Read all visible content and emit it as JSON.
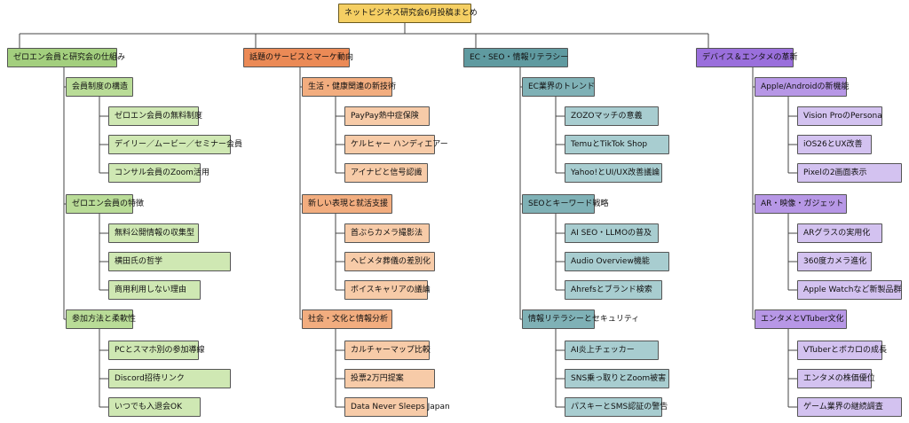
{
  "root": {
    "label": "ネットビジネス研究会6月投稿まとめ",
    "color": "#f5cf63"
  },
  "branches": [
    {
      "label": "ゼロエン会員と研究会の仕組み",
      "color": "#a3cf7e",
      "sub_color": "#b9dc97",
      "leaf_color": "#cfe8b3",
      "subs": [
        {
          "label": "会員制度の構造",
          "leaves": [
            "ゼロエン会員の無料制度",
            "デイリー／ムービー／セミナー会員",
            "コンサル会員のZoom活用"
          ]
        },
        {
          "label": "ゼロエン会員の特徴",
          "leaves": [
            "無料公開情報の収集型",
            "横田氏の哲学",
            "商用利用しない理由"
          ]
        },
        {
          "label": "参加方法と柔軟性",
          "leaves": [
            "PCとスマホ別の参加導線",
            "Discord招待リンク",
            "いつでも入退会OK"
          ]
        }
      ]
    },
    {
      "label": "話題のサービスとマーケ動向",
      "color": "#eb8a56",
      "sub_color": "#f2ad7f",
      "leaf_color": "#f7cba8",
      "subs": [
        {
          "label": "生活・健康関連の新技術",
          "leaves": [
            "PayPay熱中症保険",
            "ケルヒャー ハンディエアー",
            "アイナビと信号認識"
          ]
        },
        {
          "label": "新しい表現と就活支援",
          "leaves": [
            "首ぶらカメラ撮影法",
            "ヘビメタ葬儀の差別化",
            "ボイスキャリアの議論"
          ]
        },
        {
          "label": "社会・文化と情報分析",
          "leaves": [
            "カルチャーマップ比較",
            "投票2万円提案",
            "Data Never Sleeps Japan"
          ]
        }
      ]
    },
    {
      "label": "EC・SEO・情報リテラシー",
      "color": "#5f9aa0",
      "sub_color": "#7fb1b6",
      "leaf_color": "#a8cdd0",
      "subs": [
        {
          "label": "EC業界のトレンド",
          "leaves": [
            "ZOZOマッチの意義",
            "TemuとTikTok Shop",
            "Yahoo!とUI/UX改善議論"
          ]
        },
        {
          "label": "SEOとキーワード戦略",
          "leaves": [
            "AI SEO・LLMOの普及",
            "Audio Overview機能",
            "Ahrefsとブランド検索"
          ]
        },
        {
          "label": "情報リテラシーとセキュリティ",
          "leaves": [
            "AI炎上チェッカー",
            "SNS乗っ取りとZoom被害",
            "パスキーとSMS認証の警告"
          ]
        }
      ]
    },
    {
      "label": "デバイス＆エンタメの革新",
      "color": "#9a6fdc",
      "sub_color": "#b797e6",
      "leaf_color": "#d3c2f0",
      "subs": [
        {
          "label": "Apple/Androidの新機能",
          "leaves": [
            "Vision ProのPersona",
            "iOS26とUX改善",
            "Pixelの2画面表示"
          ]
        },
        {
          "label": "AR・映像・ガジェット",
          "leaves": [
            "ARグラスの実用化",
            "360度カメラ進化",
            "Apple Watchなど新製品群"
          ]
        },
        {
          "label": "エンタメとVTuber文化",
          "leaves": [
            "VTuberとボカロの成長",
            "エンタメの株価優位",
            "ゲーム業界の継続調査"
          ]
        }
      ]
    }
  ]
}
